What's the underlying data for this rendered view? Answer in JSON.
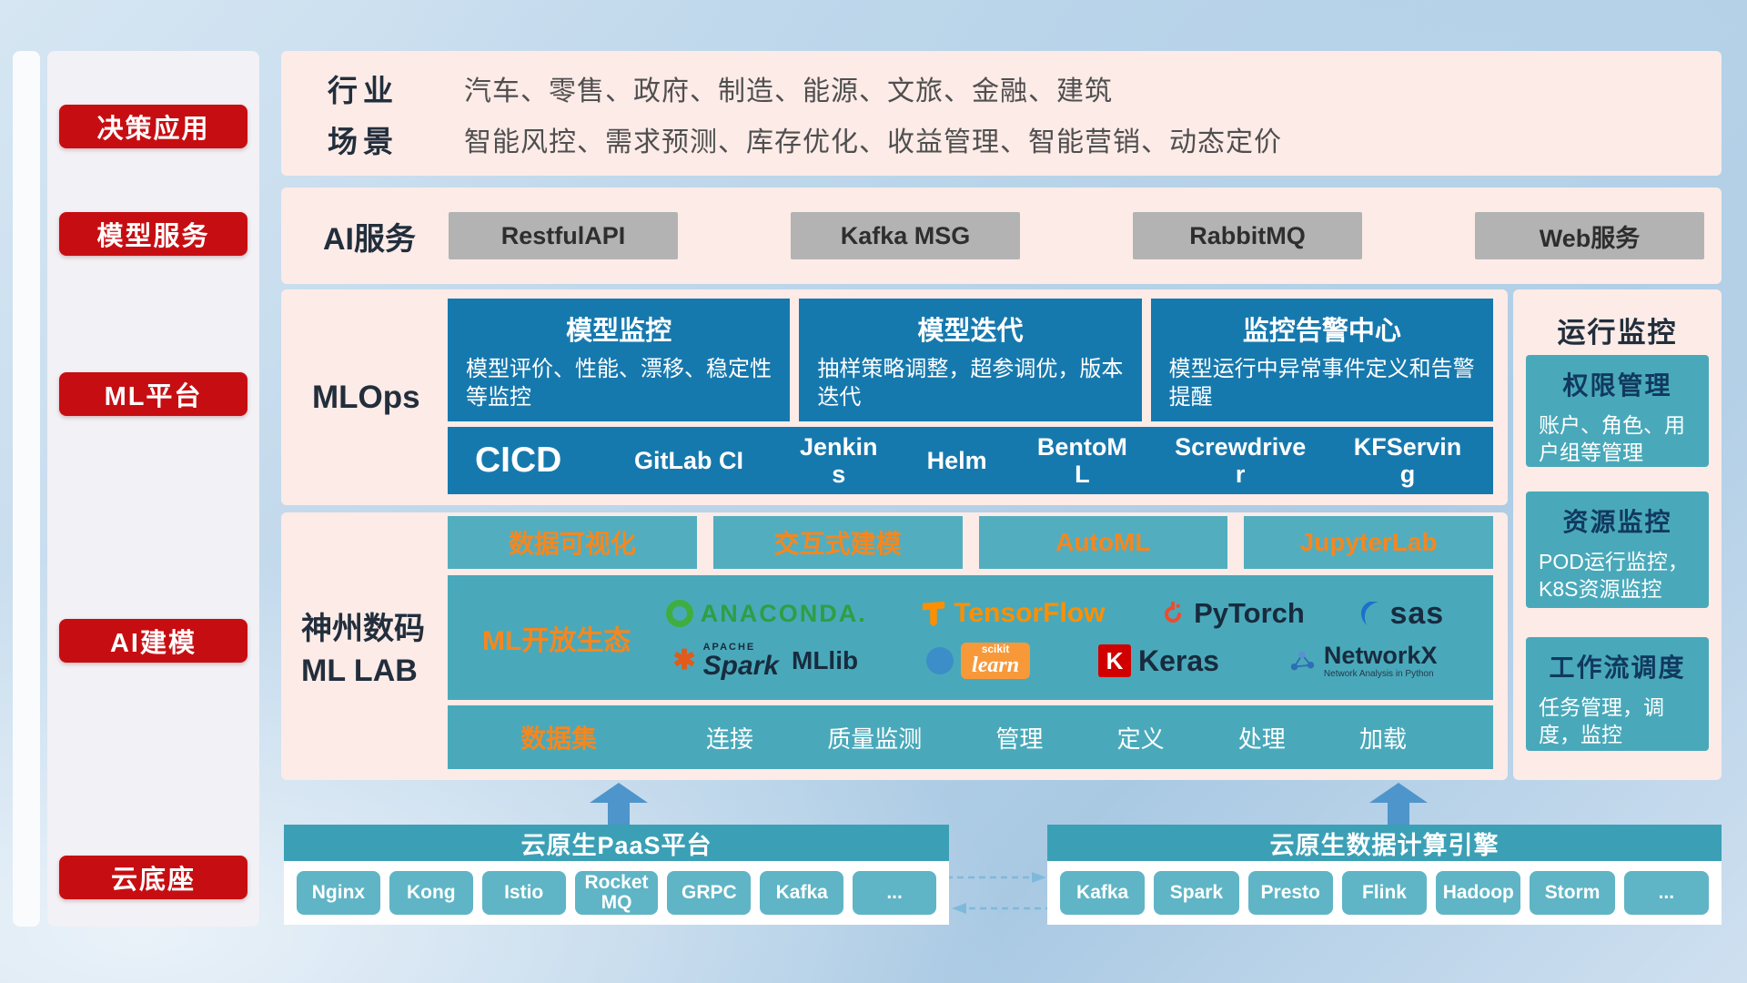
{
  "colors": {
    "sidebar_red": "#c60e12",
    "panel_pink": "#fcebe7",
    "box_blue": "#1679ae",
    "box_teal": "#49a9ba",
    "chip_teal": "#5fb5c5",
    "accent_orange": "#f5871f",
    "title_navy": "#222e3c",
    "gray_button": "#b3b3b3"
  },
  "sidebar": {
    "items": [
      {
        "label": "决策应用"
      },
      {
        "label": "模型服务"
      },
      {
        "label": "ML平台"
      },
      {
        "label": "AI建模"
      },
      {
        "label": "云底座"
      }
    ]
  },
  "industry": {
    "rows": [
      {
        "label": "行业",
        "text": "汽车、零售、政府、制造、能源、文旅、金融、建筑"
      },
      {
        "label": "场景",
        "text": "智能风控、需求预测、库存优化、收益管理、智能营销、动态定价"
      }
    ]
  },
  "ai_service": {
    "label": "AI服务",
    "buttons": [
      {
        "label": "RestfulAPI"
      },
      {
        "label": "Kafka MSG"
      },
      {
        "label": "RabbitMQ"
      },
      {
        "label": "Web服务"
      }
    ]
  },
  "mlops": {
    "label": "MLOps",
    "cards": [
      {
        "title": "模型监控",
        "desc": "模型评价、性能、漂移、稳定性等监控"
      },
      {
        "title": "模型迭代",
        "desc": "抽样策略调整，超参调优，版本迭代"
      },
      {
        "title": "监控告警中心",
        "desc": "模型运行中异常事件定义和告警提醒"
      }
    ],
    "cicd_label": "CICD",
    "cicd_tools": [
      {
        "label": "GitLab CI"
      },
      {
        "label": "Jenkins"
      },
      {
        "label": "Helm"
      },
      {
        "label": "BentoML"
      },
      {
        "label": "Screwdriver"
      },
      {
        "label": "KFServing"
      }
    ]
  },
  "mllab": {
    "label_line1": "神州数码",
    "label_line2": "ML LAB",
    "tools": [
      {
        "label": "数据可视化"
      },
      {
        "label": "交互式建模"
      },
      {
        "label": "AutoML"
      },
      {
        "label": "JupyterLab"
      }
    ],
    "ecosystem_label": "ML开放生态",
    "logos": {
      "anaconda": "ANACONDA.",
      "tensorflow": "TensorFlow",
      "pytorch": "PyTorch",
      "sas": "sas",
      "spark_prefix": "APACHE",
      "spark": "Spark",
      "mllib": "MLlib",
      "scikit": "scikit",
      "learn": "learn",
      "keras_k": "K",
      "keras": "Keras",
      "networkx": "NetworkX",
      "networkx_sub": "Network Analysis in Python"
    },
    "dataset_label": "数据集",
    "dataset_items": [
      {
        "label": "连接"
      },
      {
        "label": "质量监测"
      },
      {
        "label": "管理"
      },
      {
        "label": "定义"
      },
      {
        "label": "处理"
      },
      {
        "label": "加载"
      }
    ]
  },
  "monitoring": {
    "title": "运行监控",
    "cards": [
      {
        "title": "权限管理",
        "desc": "账户、角色、用户组等管理"
      },
      {
        "title": "资源监控",
        "desc": "POD运行监控，K8S资源监控"
      },
      {
        "title": "工作流调度",
        "desc": "任务管理，调度，监控"
      }
    ]
  },
  "cloud": {
    "paas": {
      "title": "云原生PaaS平台",
      "chips": [
        {
          "label": "Nginx"
        },
        {
          "label": "Kong"
        },
        {
          "label": "Istio"
        },
        {
          "label": "RocketMQ"
        },
        {
          "label": "GRPC"
        },
        {
          "label": "Kafka"
        },
        {
          "label": "..."
        }
      ]
    },
    "engine": {
      "title": "云原生数据计算引擎",
      "chips": [
        {
          "label": "Kafka"
        },
        {
          "label": "Spark"
        },
        {
          "label": "Presto"
        },
        {
          "label": "Flink"
        },
        {
          "label": "Hadoop"
        },
        {
          "label": "Storm"
        },
        {
          "label": "..."
        }
      ]
    }
  }
}
